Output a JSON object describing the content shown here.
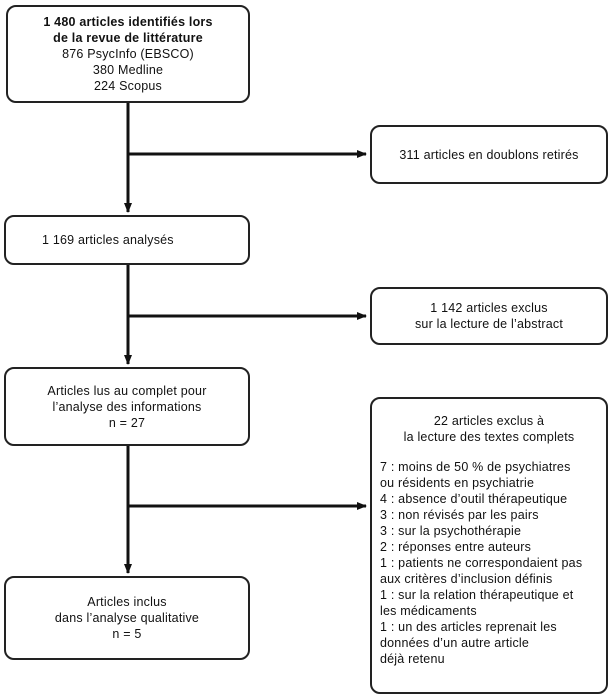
{
  "flow": {
    "identified": {
      "title_lines": [
        "1 480 articles identifiés lors",
        "de la revue de littérature"
      ],
      "detail_lines": [
        "876 PsycInfo (EBSCO)",
        "380 Medline",
        "224 Scopus"
      ]
    },
    "duplicates_removed": {
      "lines": [
        "311 articles en doublons retirés"
      ]
    },
    "analysed": {
      "lines": [
        "1 169 articles analysés"
      ]
    },
    "excluded_abstract": {
      "lines": [
        "1 142 articles exclus",
        "sur la lecture de l’abstract"
      ]
    },
    "full_read": {
      "lines": [
        "Articles lus au complet pour",
        "l’analyse des informations",
        "n = 27"
      ]
    },
    "excluded_full": {
      "header_lines": [
        "22 articles exclus à",
        "la lecture des textes complets"
      ],
      "reason_lines": [
        "7 : moins de 50 % de psychiatres",
        "ou résidents en psychiatrie",
        "4 : absence d’outil thérapeutique",
        "3 : non révisés par les pairs",
        "3 : sur la psychothérapie",
        "2 : réponses entre auteurs",
        "1 : patients ne correspondaient pas",
        "aux critères d’inclusion définis",
        "1 : sur la relation thérapeutique et",
        "les médicaments",
        "1 : un des articles reprenait les",
        "données d’un autre article",
        "déjà retenu"
      ]
    },
    "included": {
      "lines": [
        "Articles inclus",
        "dans l’analyse qualitative",
        "n = 5"
      ]
    }
  }
}
